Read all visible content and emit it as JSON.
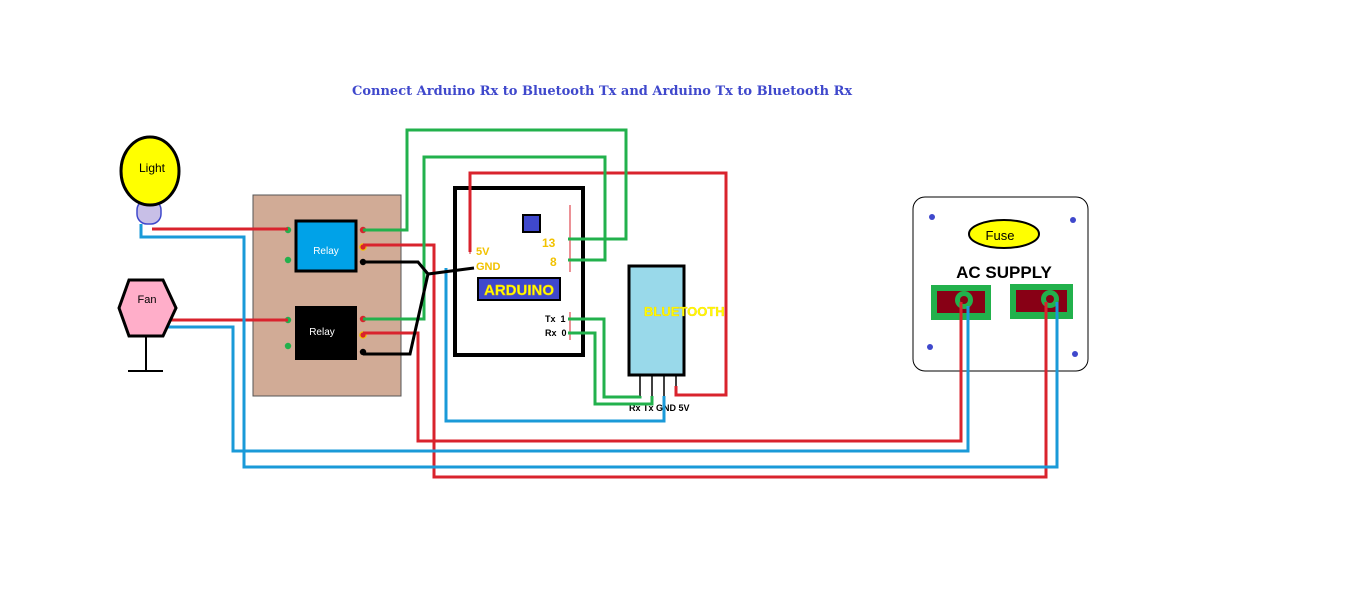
{
  "title": "Connect Arduino Rx to Bluetooth Tx  and Arduino Tx to Bluetooth Rx",
  "light": {
    "label": "Light"
  },
  "fan": {
    "label": "Fan"
  },
  "relays": [
    {
      "label": "Relay"
    },
    {
      "label": "Relay"
    }
  ],
  "arduino": {
    "label": "ARDUINO",
    "pins": {
      "v5": "5V",
      "gnd": "GND",
      "p13": "13",
      "p8": "8",
      "tx": "Tx  1",
      "rx": "Rx  0"
    }
  },
  "bluetooth": {
    "label": "BLUETOOTH",
    "pins": "Rx Tx GND 5V"
  },
  "ac_supply": {
    "label": "AC SUPPLY",
    "fuse": "Fuse"
  },
  "colors": {
    "red": "#d9232d",
    "blue": "#1a9ad8",
    "green": "#22b14c",
    "black": "#000000",
    "board": "#d1ab96",
    "relay_blue": "#00a2e8",
    "bluetooth": "#99d9ea",
    "yellow": "#ffff00",
    "pink": "#ffaec9",
    "purple": "#c8bfe7",
    "socket": "#880015",
    "arduino_label_bg": "#3f48cc",
    "title": "#3f48cc",
    "pin_label": "#f2c200"
  }
}
